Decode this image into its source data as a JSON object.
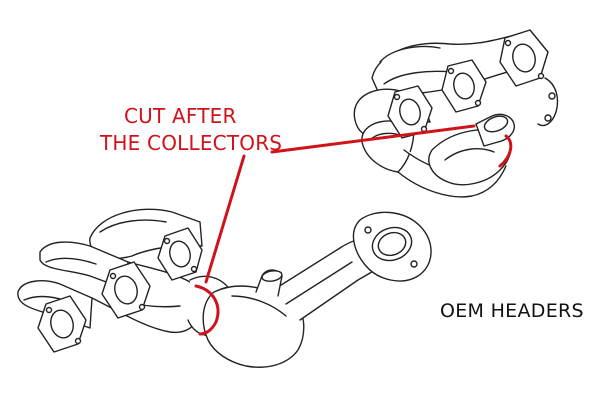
{
  "callout": {
    "line1": "CUT AFTER",
    "line2": "THE COLLECTORS",
    "color": "#d0121b"
  },
  "caption": "OEM HEADERS",
  "line_color": "#222222"
}
